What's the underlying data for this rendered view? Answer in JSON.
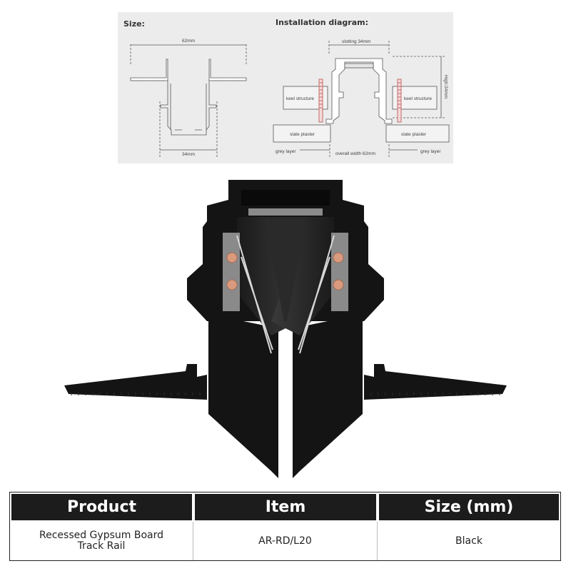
{
  "diagram": {
    "size_label": "Size:",
    "install_label": "Installation diagram:",
    "dim_top": "62mm",
    "dim_bottom": "34mm",
    "slotting": "slotting  34mm",
    "height": "High:34mm",
    "keel_left": "keel structure",
    "keel_right": "keel structure",
    "plaster_left": "slate plaster",
    "plaster_right": "slate plaster",
    "grey_left": "grey layer",
    "overall_width": "overall width  62mm",
    "grey_right": "grey layer"
  },
  "table": {
    "headers": [
      "Product",
      "Item",
      "Size (mm)"
    ],
    "product_line1": "Recessed Gypsum Board",
    "product_line2": "Track Rail",
    "item": "AR-RD/L20",
    "size": "Black"
  },
  "colors": {
    "rail": "#141414",
    "contact": "#d99a7e",
    "table_header_bg": "#1c1c1c",
    "panel_bg": "#ececec"
  }
}
